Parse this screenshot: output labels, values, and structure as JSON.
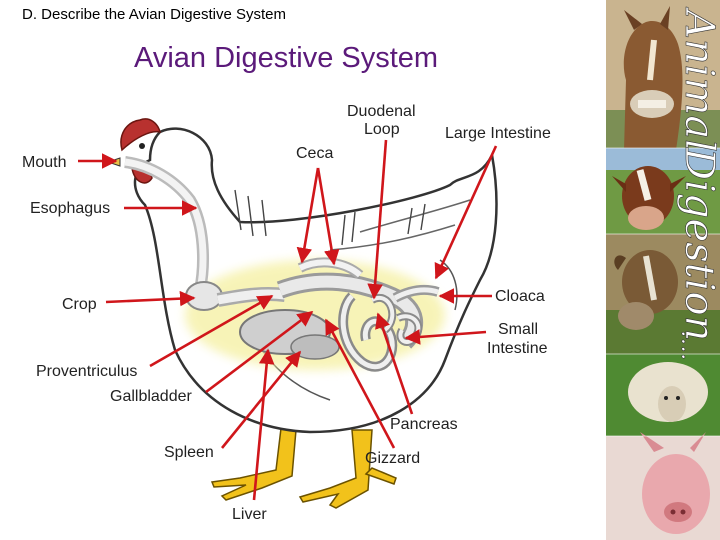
{
  "slide": {
    "heading": "D.  Describe the Avian Digestive System",
    "title": "Avian Digestive System"
  },
  "labels": {
    "mouth": "Mouth",
    "esophagus": "Esophagus",
    "crop": "Crop",
    "proventriculus": "Proventriculus",
    "gallbladder": "Gallbladder",
    "spleen": "Spleen",
    "liver": "Liver",
    "duodenal_line1": "Duodenal",
    "duodenal_line2": "Loop",
    "ceca": "Ceca",
    "large_intestine": "Large Intestine",
    "cloaca": "Cloaca",
    "small_line1": "Small",
    "small_line2": "Intestine",
    "pancreas": "Pancreas",
    "gizzard": "Gizzard"
  },
  "side_banner": {
    "line1": "Animal",
    "line2": "Digestion",
    "ellipsis": "....",
    "panels": [
      "horse-photo",
      "cow-photo",
      "goat-photo",
      "sheep-photo",
      "pig-photo"
    ]
  },
  "colors": {
    "title": "#5b1a7a",
    "arrow": "#d0161b",
    "comb": "#b8312f",
    "legs": "#f2c21b",
    "tract_glow": "#f5f0a0"
  }
}
